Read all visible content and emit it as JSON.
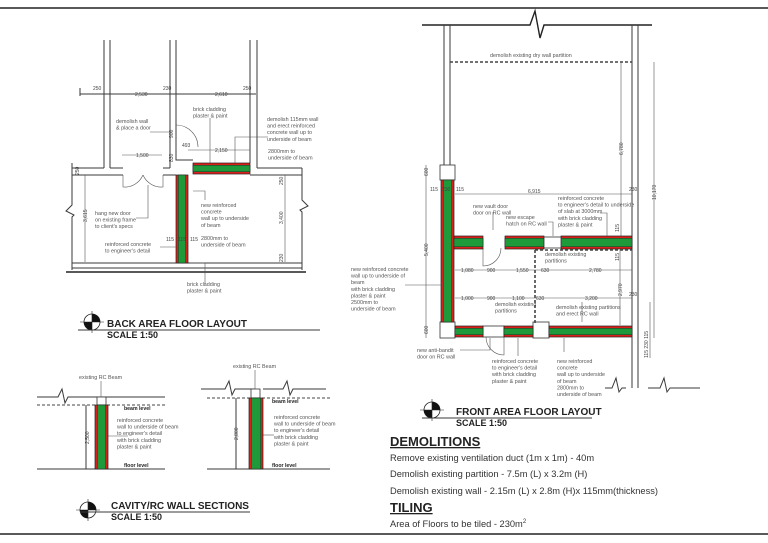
{
  "colors": {
    "wall_fill": "#1e9a3a",
    "cladding": "#e0201b",
    "line": "#3a3a3a"
  },
  "back_area": {
    "title": "BACK AREA FLOOR LAYOUT",
    "scale": "SCALE 1:50",
    "dims": {
      "d250a": "250",
      "d2530": "2,530",
      "d230": "230",
      "d2610": "2,610",
      "d250b": "250",
      "d1500": "1,500",
      "d493": "493",
      "d900": "900",
      "d830": "830",
      "d2150": "2,150",
      "d3615": "3,615",
      "d3400": "3,400",
      "d250r": "250",
      "d230r": "230",
      "d250l": "250",
      "d115a": "115",
      "d115b": "115",
      "d115c": "115"
    },
    "labels": {
      "demolish_wall": [
        "demolish wall",
        "& place a door"
      ],
      "brick_top": [
        "brick cladding",
        "plaster & paint"
      ],
      "demolish_115": [
        "demolish 115mm wall",
        "and erect reinforced",
        "concrete wall up to",
        "underside of beam"
      ],
      "height_top": [
        "2800mm to",
        "underside of beam"
      ],
      "hang_door": [
        "hang new door",
        "on existing frame",
        "to client's specs"
      ],
      "rc_detail": [
        "reinforced concrete",
        "to engineer's detail"
      ],
      "new_rc": [
        "new reinforced",
        "concrete",
        "wall up to underside",
        "of beam"
      ],
      "height_mid": [
        "2800mm to",
        "underside of beam"
      ],
      "brick_bottom": [
        "brick cladding",
        "plaster & paint"
      ]
    }
  },
  "sections": {
    "title": "CAVITY/RC WALL SECTIONS",
    "scale": "SCALE 1:50",
    "items": [
      {
        "beam_label": "existing RC Beam",
        "beam_level": "beam level",
        "floor_level": "floor level",
        "height": "2,500",
        "note": [
          "reinforced concrete",
          "wall to underside of beam",
          "to engineer's detail",
          "with brick cladding",
          "plaster & paint"
        ]
      },
      {
        "beam_label": "existing RC Beam",
        "beam_level": "beam level",
        "floor_level": "floor level",
        "height": "2,800",
        "note": [
          "reinforced concrete",
          "wall to underside of beam",
          "to engineer's detail",
          "with brick cladding",
          "plaster & paint"
        ]
      }
    ]
  },
  "front_area": {
    "title": "FRONT AREA FLOOR LAYOUT",
    "scale": "SCALE 1:50",
    "dims": {
      "d6780": "6,780",
      "d10170": "10,170",
      "d6915": "6,915",
      "d115a": "115",
      "d230a": "230",
      "d115b": "115",
      "d5400": "5,400",
      "d600t": "600",
      "d600b": "600",
      "d2970": "2,970",
      "d230b": "230",
      "d115r": "115",
      "d115s": "115",
      "row1": [
        "1,080",
        "900",
        "1,550",
        "630",
        "2,780"
      ],
      "row2": [
        "1,000",
        "900",
        "1,100",
        "630",
        "3,200"
      ],
      "bottom_right": "115  230  115"
    },
    "labels": {
      "dry_wall": [
        "demolish existing dry wall partition"
      ],
      "vault_door": [
        "new vault door",
        "door on RC wall"
      ],
      "escape_hatch": [
        "new escape",
        "hatch on RC wall"
      ],
      "rc_slab": [
        "reinforced concrete",
        "to engineer's detail to underside",
        "of slab at 3000mm",
        "with brick cladding",
        "plaster & paint"
      ],
      "demolish_part_a": [
        "demolish existing",
        "partitions"
      ],
      "demolish_part_b": [
        "demolish existing",
        "partitions"
      ],
      "demolish_erect": [
        "demolish existing partitions",
        "and erect RC wall"
      ],
      "left_rc": [
        "new reinforced concrete",
        "wall up to underside of",
        "beam",
        "with brick cladding",
        "plaster & paint",
        "2500mm to",
        "underside of beam"
      ],
      "anti_bandit": [
        "new anti-bandit",
        "door on RC wall"
      ],
      "rc_bottom": [
        "reinforced concrete",
        "to engineer's detail",
        "with brick cladding",
        "plaster & paint"
      ],
      "new_rc_bottom": [
        "new reinforced",
        "concrete",
        "wall up to underside",
        "of beam",
        "2800mm to",
        "underside of beam"
      ]
    }
  },
  "notes": {
    "demolitions_heading": "DEMOLITIONS",
    "demolitions": [
      "Remove existing ventilation duct (1m x 1m) -  40m",
      "Demolish existing partition - 7.5m (L) x 3.2m (H)",
      "Demolish existing wall - 2.15m (L) x 2.8m (H)x 115mm(thickness)"
    ],
    "tiling_heading": "TILING",
    "tiling_text": "Area of Floors to be tiled -  230m",
    "tiling_sup": "2"
  }
}
